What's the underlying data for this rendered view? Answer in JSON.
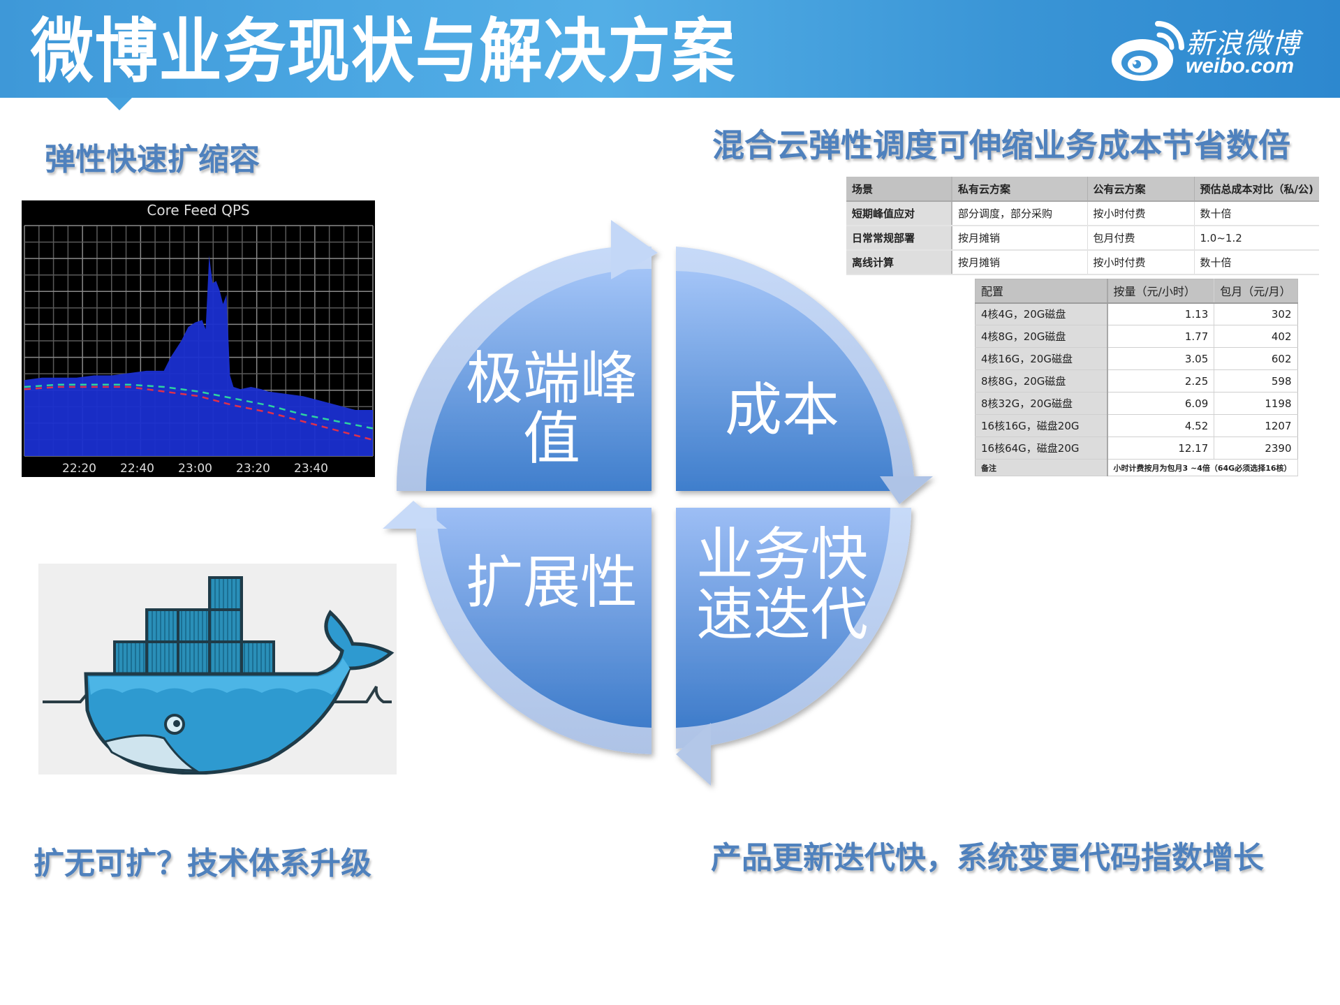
{
  "header": {
    "title": "微博业务现状与解决方案",
    "logo": {
      "icon": "weibo-eye-icon",
      "brand_cn": "新浪微博",
      "brand_en": "weibo.com"
    }
  },
  "captions": {
    "top_left": "弹性快速扩缩容",
    "top_right": "混合云弹性调度可伸缩业务成本节省数倍",
    "bottom_left": "扩无可扩？技术体系升级",
    "bottom_right": "产品更新迭代快，系统变更代码指数增长"
  },
  "cycle": {
    "quadrants": [
      {
        "id": "top-left",
        "lines": [
          "极端峰",
          "值"
        ]
      },
      {
        "id": "top-right",
        "lines": [
          "成本"
        ]
      },
      {
        "id": "bottom-right",
        "lines": [
          "业务快",
          "速迭代"
        ]
      },
      {
        "id": "bottom-left",
        "lines": [
          "扩展性"
        ]
      }
    ],
    "colors": {
      "fill_top": "#9fc0f5",
      "fill_bottom": "#3d7dcb",
      "ring": "#b9cfee"
    }
  },
  "chart_data": {
    "type": "area",
    "title": "Core Feed QPS",
    "xlabel": "",
    "ylabel": "",
    "x_ticks": [
      "22:20",
      "22:40",
      "23:00",
      "23:20",
      "23:40"
    ],
    "grid": true,
    "background": "#000000",
    "series": [
      {
        "name": "QPS",
        "style": "filled area",
        "color": "#1a2fd0",
        "x": [
          0,
          5,
          10,
          15,
          20,
          25,
          30,
          35,
          40,
          42,
          45,
          47,
          49,
          51,
          52,
          53,
          54,
          55,
          56,
          57,
          58,
          59,
          60,
          62,
          65,
          68,
          70,
          75,
          80,
          85,
          90,
          95,
          100
        ],
        "values": [
          33,
          34,
          34,
          34,
          35,
          35,
          36,
          37,
          37,
          43,
          50,
          56,
          58,
          59,
          55,
          87,
          75,
          76,
          72,
          66,
          70,
          35,
          30,
          29,
          30,
          29,
          28,
          27,
          26,
          24,
          22,
          20,
          20
        ]
      },
      {
        "name": "baseline-green",
        "style": "dashed",
        "color": "#2ed3a0",
        "x": [
          0,
          10,
          20,
          30,
          40,
          50,
          60,
          70,
          80,
          90,
          100
        ],
        "values": [
          30,
          31,
          31,
          31,
          30,
          28,
          25,
          22,
          18,
          15,
          12
        ]
      },
      {
        "name": "baseline-red",
        "style": "dashed",
        "color": "#e0304a",
        "x": [
          0,
          10,
          20,
          30,
          40,
          50,
          60,
          70,
          80,
          90,
          100
        ],
        "values": [
          29,
          30,
          30,
          30,
          28,
          26,
          22,
          19,
          15,
          11,
          7
        ]
      }
    ],
    "ylim": [
      0,
      100
    ]
  },
  "cost_comparison_table": {
    "headers": [
      "场景",
      "私有云方案",
      "公有云方案",
      "预估总成本对比（私/公)"
    ],
    "rows": [
      [
        "短期峰值应对",
        "部分调度，部分采购",
        "按小时付费",
        "数十倍"
      ],
      [
        "日常常规部署",
        "按月摊销",
        "包月付费",
        "1.0~1.2"
      ],
      [
        "离线计算",
        "按月摊销",
        "按小时付费",
        "数十倍"
      ]
    ]
  },
  "pricing_table": {
    "headers": [
      "配置",
      "按量（元/小时）",
      "包月（元/月）"
    ],
    "rows": [
      [
        "4核4G，20G磁盘",
        "1.13",
        "302"
      ],
      [
        "4核8G，20G磁盘",
        "1.77",
        "402"
      ],
      [
        "4核16G，20G磁盘",
        "3.05",
        "602"
      ],
      [
        "8核8G，20G磁盘",
        "2.25",
        "598"
      ],
      [
        "8核32G，20G磁盘",
        "6.09",
        "1198"
      ],
      [
        "16核16G，磁盘20G",
        "4.52",
        "1207"
      ],
      [
        "16核64G，磁盘20G",
        "12.17",
        "2390"
      ]
    ],
    "note_label": "备注",
    "note_text": "小时计费按月为包月3 ~4倍（64G必须选择16核）"
  },
  "docker_logo": {
    "icon": "docker-whale-icon"
  }
}
